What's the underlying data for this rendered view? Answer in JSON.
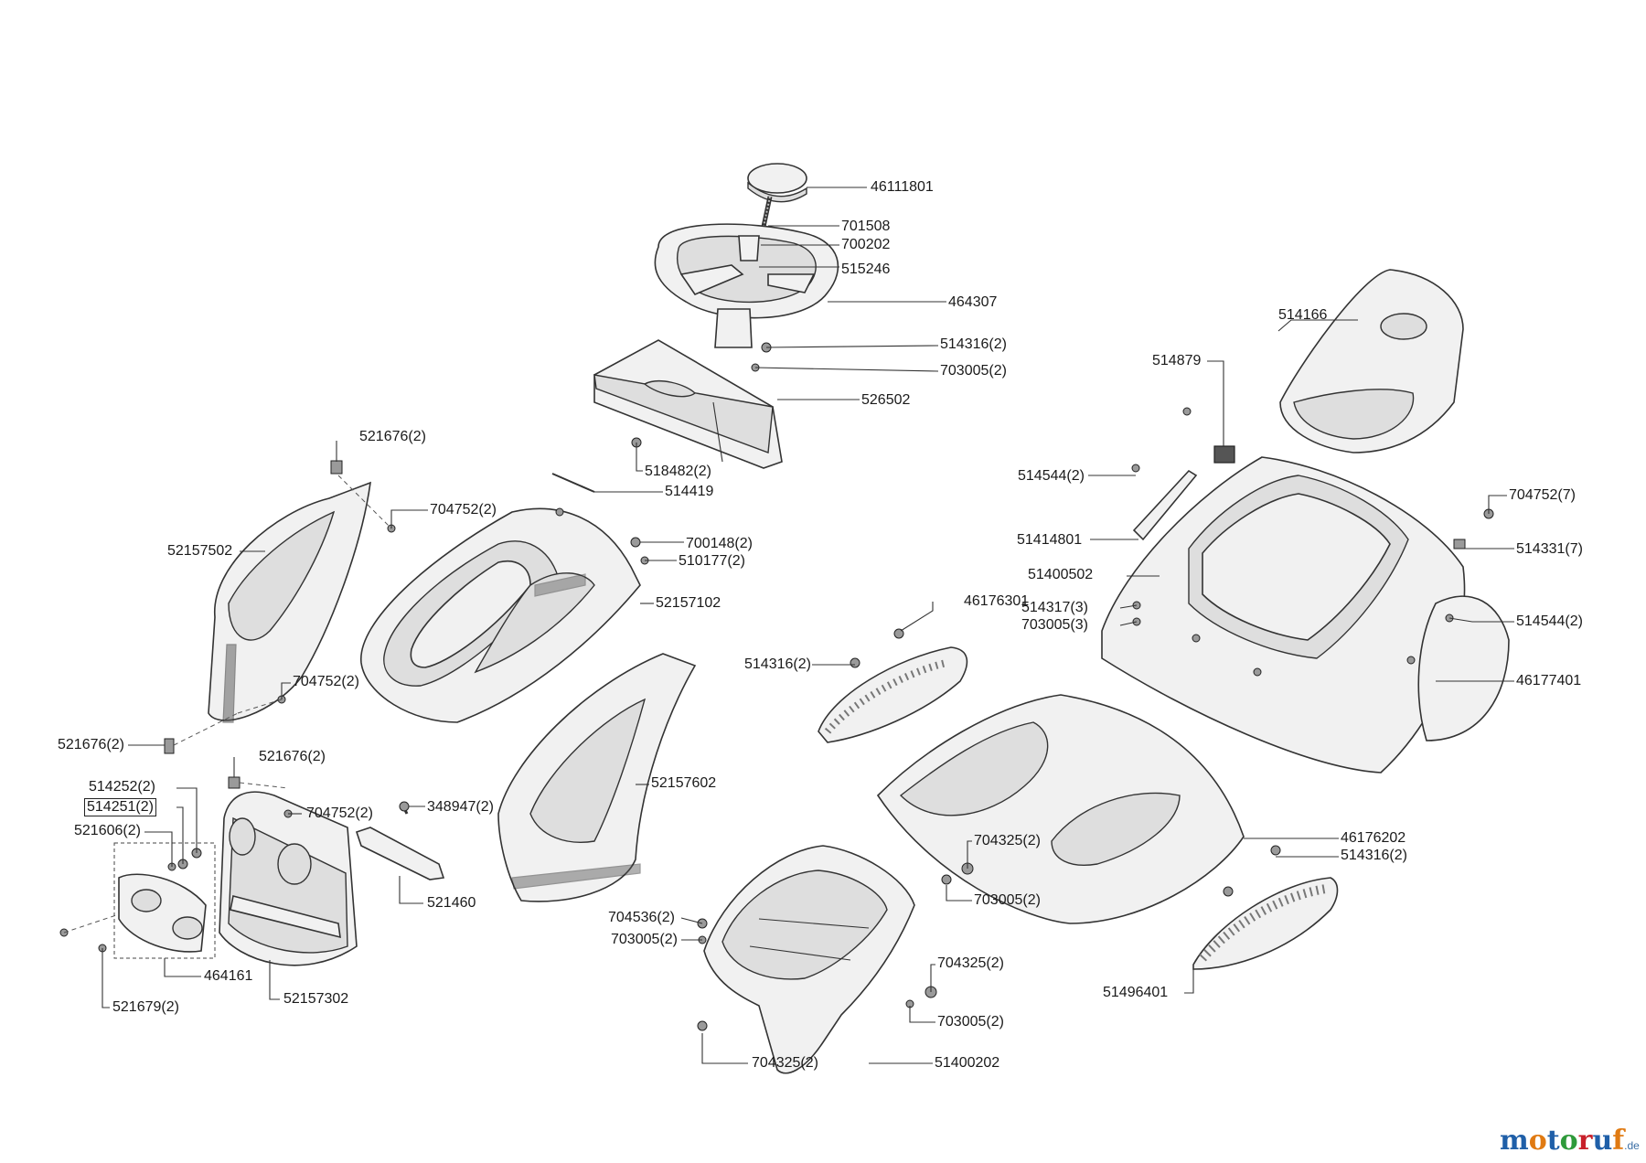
{
  "labels": [
    {
      "id": "l01",
      "text": "46111801"
    },
    {
      "id": "l02",
      "text": "701508"
    },
    {
      "id": "l03",
      "text": "700202"
    },
    {
      "id": "l04",
      "text": "515246"
    },
    {
      "id": "l05",
      "text": "464307"
    },
    {
      "id": "l06",
      "text": "514316(2)"
    },
    {
      "id": "l07",
      "text": "703005(2)"
    },
    {
      "id": "l08",
      "text": "526502"
    },
    {
      "id": "l09",
      "text": "518482(2)"
    },
    {
      "id": "l10",
      "text": "514419"
    },
    {
      "id": "l11",
      "text": "521676(2)"
    },
    {
      "id": "l12",
      "text": "704752(2)"
    },
    {
      "id": "l13",
      "text": "700148(2)"
    },
    {
      "id": "l14",
      "text": "510177(2)"
    },
    {
      "id": "l15",
      "text": "52157502"
    },
    {
      "id": "l16",
      "text": "52157102"
    },
    {
      "id": "l17",
      "text": "704752(2)"
    },
    {
      "id": "l18",
      "text": "521676(2)"
    },
    {
      "id": "l19",
      "text": "521676(2)"
    },
    {
      "id": "l20",
      "text": "514252(2)"
    },
    {
      "id": "l21",
      "text": "514251(2)"
    },
    {
      "id": "l22",
      "text": "521606(2)"
    },
    {
      "id": "l23",
      "text": "704752(2)"
    },
    {
      "id": "l24",
      "text": "348947(2)"
    },
    {
      "id": "l25",
      "text": "52157602"
    },
    {
      "id": "l26",
      "text": "521460"
    },
    {
      "id": "l27",
      "text": "464161"
    },
    {
      "id": "l28",
      "text": "521679(2)"
    },
    {
      "id": "l29",
      "text": "52157302"
    },
    {
      "id": "l30",
      "text": "514166"
    },
    {
      "id": "l31",
      "text": "514879"
    },
    {
      "id": "l32",
      "text": "514544(2)"
    },
    {
      "id": "l33",
      "text": "704752(7)"
    },
    {
      "id": "l34",
      "text": "51414801"
    },
    {
      "id": "l35",
      "text": "514331(7)"
    },
    {
      "id": "l36",
      "text": "51400502"
    },
    {
      "id": "l37",
      "text": "46176301"
    },
    {
      "id": "l38",
      "text": "514317(3)"
    },
    {
      "id": "l39",
      "text": "703005(3)"
    },
    {
      "id": "l40",
      "text": "514544(2)"
    },
    {
      "id": "l41",
      "text": "514316(2)"
    },
    {
      "id": "l42",
      "text": "46177401"
    },
    {
      "id": "l43",
      "text": "704325(2)"
    },
    {
      "id": "l44",
      "text": "46176202"
    },
    {
      "id": "l45",
      "text": "514316(2)"
    },
    {
      "id": "l46",
      "text": "703005(2)"
    },
    {
      "id": "l47",
      "text": "704536(2)"
    },
    {
      "id": "l48",
      "text": "703005(2)"
    },
    {
      "id": "l49",
      "text": "704325(2)"
    },
    {
      "id": "l50",
      "text": "703005(2)"
    },
    {
      "id": "l51",
      "text": "51496401"
    },
    {
      "id": "l52",
      "text": "704325(2)"
    },
    {
      "id": "l53",
      "text": "51400202"
    }
  ],
  "brand": {
    "letters": [
      "m",
      "o",
      "t",
      "o",
      "r",
      "u",
      "f"
    ],
    "letter_colors": [
      "#1f5fa8",
      "#e07a12",
      "#1f5fa8",
      "#2e9a3a",
      "#c8202a",
      "#1f5fa8",
      "#e07a12"
    ],
    "suffix": ".de"
  }
}
